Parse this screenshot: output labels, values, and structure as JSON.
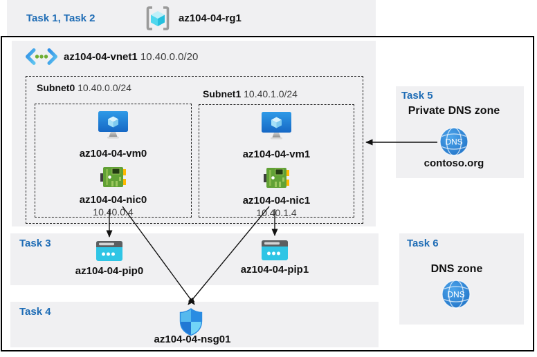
{
  "colors": {
    "task_label_blue": "#1e6cb5",
    "panel_gray": "#f0f0f2",
    "arrow_black": "#111111"
  },
  "resource_group": {
    "tasks_label": "Task 1, Task 2",
    "name": "az104-04-rg1"
  },
  "vnet": {
    "name": "az104-04-vnet1",
    "cidr": "10.40.0.0/20"
  },
  "subnets": [
    {
      "name": "Subnet0",
      "cidr": "10.40.0.0/24",
      "vm_name": "az104-04-vm0",
      "nic_name": "az104-04-nic0",
      "nic_ip": "10.40.0.4"
    },
    {
      "name": "Subnet1",
      "cidr": "10.40.1.0/24",
      "vm_name": "az104-04-vm1",
      "nic_name": "az104-04-nic1",
      "nic_ip": "10.40.1.4"
    }
  ],
  "task3": {
    "label": "Task 3",
    "pip0_name": "az104-04-pip0",
    "pip1_name": "az104-04-pip1"
  },
  "task4": {
    "label": "Task 4",
    "nsg_name": "az104-04-nsg01"
  },
  "task5": {
    "label": "Task 5",
    "title": "Private DNS zone",
    "zone_name": "contoso.org",
    "icon_text": "DNS"
  },
  "task6": {
    "label": "Task 6",
    "title": "DNS zone",
    "icon_text": "DNS"
  }
}
